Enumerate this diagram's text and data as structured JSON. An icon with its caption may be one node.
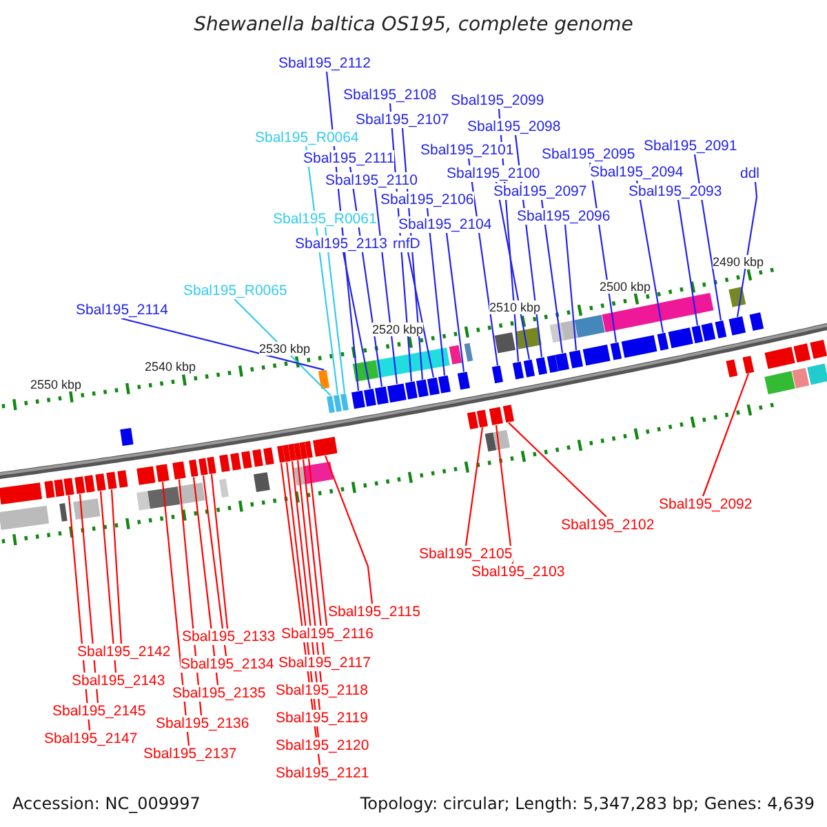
{
  "diagram": {
    "title": "Shewanella baltica OS195, complete genome",
    "nodes": [
      {
        "text": [
          "Sbal195_2112"
        ]
      },
      {
        "text": [
          "Sbal195_2108"
        ]
      },
      {
        "text": [
          "Sbal195_2107"
        ]
      },
      {
        "text": [
          "Sbal195_R0064"
        ]
      },
      {
        "text": [
          "Sbal195_2111"
        ]
      },
      {
        "text": [
          "Sbal195_2110"
        ]
      },
      {
        "text": [
          "Sbal195_2106"
        ]
      },
      {
        "text": [
          "Sbal195_R0061"
        ]
      },
      {
        "text": [
          "Sbal195_2113"
        ]
      },
      {
        "text": [
          "rnfD"
        ]
      },
      {
        "text": [
          "Sbal195_2104"
        ]
      },
      {
        "text": [
          "Sbal195_2099"
        ]
      },
      {
        "text": [
          "Sbal195_2098"
        ]
      },
      {
        "text": [
          "Sbal195_2101"
        ]
      },
      {
        "text": [
          "Sbal195_2100"
        ]
      },
      {
        "text": [
          "Sbal195_2097"
        ]
      },
      {
        "text": [
          "Sbal195_2096"
        ]
      },
      {
        "text": [
          "Sbal195_2095"
        ]
      },
      {
        "text": [
          "Sbal195_2094"
        ]
      },
      {
        "text": [
          "Sbal195_2093"
        ]
      },
      {
        "text": [
          "Sbal195_2091"
        ]
      },
      {
        "text": [
          "ddl"
        ]
      },
      {
        "text": [
          "Sbal195_R0065"
        ]
      },
      {
        "text": [
          "Sbal195_2114"
        ]
      },
      {
        "text": [
          "Sbal195_2092"
        ]
      },
      {
        "text": [
          "Sbal195_2102"
        ]
      },
      {
        "text": [
          "Sbal195_2105"
        ]
      },
      {
        "text": [
          "Sbal195_2103"
        ]
      },
      {
        "text": [
          "Sbal195_2115"
        ]
      },
      {
        "text": [
          "Sbal195_2116"
        ]
      },
      {
        "text": [
          "Sbal195_2117"
        ]
      },
      {
        "text": [
          "Sbal195_2118"
        ]
      },
      {
        "text": [
          "Sbal195_2119"
        ]
      },
      {
        "text": [
          "Sbal195_2120"
        ]
      },
      {
        "text": [
          "Sbal195_2121"
        ]
      },
      {
        "text": [
          "Sbal195_2133"
        ]
      },
      {
        "text": [
          "Sbal195_2134"
        ]
      },
      {
        "text": [
          "Sbal195_2135"
        ]
      },
      {
        "text": [
          "Sbal195_2136"
        ]
      },
      {
        "text": [
          "Sbal195_2137"
        ]
      },
      {
        "text": [
          "Sbal195_2142"
        ]
      },
      {
        "text": [
          "Sbal195_2143"
        ]
      },
      {
        "text": [
          "Sbal195_2145"
        ]
      },
      {
        "text": [
          "Sbal195_2147"
        ]
      },
      {
        "text": [],
        "shape": "box"
      },
      {
        "text": [],
        "shape": "box"
      },
      {
        "text": [],
        "shape": "box"
      },
      {
        "text": [],
        "shape": "box"
      },
      {
        "text": [],
        "shape": "box"
      },
      {
        "text": [],
        "shape": "box"
      },
      {
        "text": [],
        "shape": "box"
      },
      {
        "text": [],
        "shape": "box"
      },
      {
        "text": [],
        "shape": "box"
      },
      {
        "text": [],
        "shape": "box"
      },
      {
        "text": [],
        "shape": "box"
      },
      {
        "text": [],
        "shape": "box"
      },
      {
        "text": [],
        "shape": "box"
      },
      {
        "text": [],
        "shape": "box"
      },
      {
        "text": [],
        "shape": "box"
      },
      {
        "text": [],
        "shape": "box"
      },
      {
        "text": [],
        "shape": "box"
      },
      {
        "text": [],
        "shape": "bar"
      },
      {
        "text": [],
        "shape": "bar"
      },
      {
        "text": [],
        "shape": "bar"
      },
      {
        "text": [],
        "shape": "box"
      },
      {
        "text": [],
        "shape": "box"
      },
      {
        "text": [],
        "shape": "box"
      },
      {
        "text": [],
        "shape": "box"
      },
      {
        "text": [],
        "shape": "box"
      },
      {
        "text": [],
        "shape": "box"
      },
      {
        "text": [],
        "shape": "box"
      },
      {
        "text": [],
        "shape": "box"
      },
      {
        "text": [],
        "shape": "box"
      },
      {
        "text": [],
        "shape": "box"
      },
      {
        "text": [],
        "shape": "box"
      },
      {
        "text": [],
        "shape": "box"
      },
      {
        "text": [],
        "shape": "box"
      },
      {
        "text": [],
        "shape": "box"
      },
      {
        "text": [],
        "shape": "box"
      },
      {
        "text": [],
        "shape": "box"
      },
      {
        "text": [],
        "shape": "box"
      },
      {
        "text": [],
        "shape": "box"
      },
      {
        "text": [],
        "shape": "box"
      },
      {
        "text": [],
        "shape": "box"
      },
      {
        "text": [],
        "shape": "box"
      },
      {
        "text": [],
        "shape": "box"
      },
      {
        "text": [],
        "shape": "box"
      },
      {
        "text": [],
        "shape": "box"
      },
      {
        "text": [],
        "shape": "box"
      },
      {
        "text": [],
        "shape": "box"
      },
      {
        "text": [],
        "shape": "box"
      },
      {
        "text": [],
        "shape": "box"
      },
      {
        "text": [],
        "shape": "box"
      },
      {
        "text": [],
        "shape": "box"
      },
      {
        "text": [],
        "shape": "box"
      },
      {
        "text": [],
        "shape": "box"
      },
      {
        "text": [],
        "shape": "box"
      },
      {
        "text": [],
        "shape": "box"
      },
      {
        "text": [],
        "shape": "box"
      },
      {
        "text": [],
        "shape": "box"
      },
      {
        "text": [],
        "shape": "box"
      },
      {
        "text": [],
        "shape": "box"
      },
      {
        "text": [],
        "shape": "box"
      },
      {
        "text": [],
        "shape": "box"
      },
      {
        "text": [],
        "shape": "box"
      },
      {
        "text": [],
        "shape": "box"
      },
      {
        "text": [],
        "shape": "box"
      },
      {
        "text": [],
        "shape": "box"
      },
      {
        "text": [],
        "shape": "box"
      },
      {
        "text": [],
        "shape": "box"
      },
      {
        "text": [],
        "shape": "box"
      },
      {
        "text": [],
        "shape": "box"
      },
      {
        "text": [],
        "shape": "box"
      },
      {
        "text": [],
        "shape": "box"
      },
      {
        "text": [],
        "shape": "box"
      },
      {
        "text": [],
        "shape": "box"
      },
      {
        "text": [],
        "shape": "box"
      },
      {
        "text": [],
        "shape": "box"
      },
      {
        "text": [],
        "shape": "box"
      },
      {
        "text": [],
        "shape": "box"
      },
      {
        "text": [],
        "shape": "box"
      },
      {
        "text": [],
        "shape": "box"
      },
      {
        "text": [],
        "shape": "box"
      },
      {
        "text": [],
        "shape": "box"
      },
      {
        "text": [],
        "shape": "box"
      },
      {
        "text": [],
        "shape": "box"
      },
      {
        "text": [],
        "shape": "box"
      },
      {
        "text": [],
        "shape": "box"
      },
      {
        "text": [],
        "shape": "box"
      },
      {
        "text": [],
        "shape": "box"
      },
      {
        "text": [],
        "shape": "box"
      },
      {
        "text": [],
        "shape": "box"
      },
      {
        "text": [],
        "shape": "box"
      },
      {
        "text": [],
        "shape": "box"
      },
      {
        "text": [],
        "shape": "box"
      },
      {
        "text": [],
        "shape": "box"
      },
      {
        "text": [],
        "shape": "box"
      }
    ],
    "edges": [
      {
        "from": 0,
        "to": 64,
        "arrow": "none"
      },
      {
        "from": 1,
        "to": 68,
        "arrow": "none"
      },
      {
        "from": 2,
        "to": 69,
        "arrow": "none"
      },
      {
        "from": 3,
        "to": 62,
        "arrow": "none",
        "color": "#33ccee"
      },
      {
        "from": 4,
        "to": 66,
        "arrow": "none"
      },
      {
        "from": 5,
        "to": 67,
        "arrow": "none"
      },
      {
        "from": 6,
        "to": 71,
        "arrow": "none"
      },
      {
        "from": 7,
        "to": 63,
        "arrow": "none",
        "color": "#33ccee"
      },
      {
        "from": 8,
        "to": 65,
        "arrow": "none"
      },
      {
        "from": 9,
        "to": 70,
        "arrow": "none"
      },
      {
        "from": 10,
        "to": 72,
        "arrow": "none"
      },
      {
        "from": 11,
        "to": 77,
        "arrow": "none"
      },
      {
        "from": 12,
        "to": 79,
        "arrow": "none"
      },
      {
        "from": 13,
        "to": 74,
        "arrow": "none"
      },
      {
        "from": 14,
        "to": 78,
        "arrow": "none"
      },
      {
        "from": 15,
        "to": 80,
        "arrow": "none"
      },
      {
        "from": 16,
        "to": 81,
        "arrow": "none"
      },
      {
        "from": 17,
        "to": 82,
        "arrow": "none"
      },
      {
        "from": 18,
        "to": 83,
        "arrow": "none"
      },
      {
        "from": 19,
        "to": 84,
        "arrow": "none"
      },
      {
        "from": 20,
        "to": 85,
        "arrow": "none"
      },
      {
        "from": 21,
        "to": 86,
        "arrow": "none"
      },
      {
        "from": 22,
        "to": 61,
        "arrow": "none",
        "color": "#33ccee"
      },
      {
        "from": 23,
        "to": 59,
        "arrow": "none"
      },
      {
        "from": 24,
        "to": 87,
        "arrow": "none",
        "color": "#ff0000"
      },
      {
        "from": 25,
        "to": 76,
        "arrow": "none",
        "color": "#ff0000"
      },
      {
        "from": 26,
        "to": 73,
        "arrow": "none",
        "color": "#ff0000"
      },
      {
        "from": 27,
        "to": 75,
        "arrow": "none",
        "color": "#ff0000"
      },
      {
        "from": 28,
        "to": 60,
        "arrow": "none",
        "color": "#ff0000"
      },
      {
        "from": 29,
        "to": 58,
        "arrow": "none",
        "color": "#ff0000"
      },
      {
        "from": 30,
        "to": 57,
        "arrow": "none",
        "color": "#ff0000"
      },
      {
        "from": 31,
        "to": 56,
        "arrow": "none",
        "color": "#ff0000"
      },
      {
        "from": 32,
        "to": 55,
        "arrow": "none",
        "color": "#ff0000"
      },
      {
        "from": 33,
        "to": 54,
        "arrow": "none",
        "color": "#ff0000"
      },
      {
        "from": 34,
        "to": 53,
        "arrow": "none",
        "color": "#ff0000"
      },
      {
        "from": 35,
        "to": 52,
        "arrow": "none",
        "color": "#ff0000"
      },
      {
        "from": 36,
        "to": 51,
        "arrow": "none",
        "color": "#ff0000"
      },
      {
        "from": 37,
        "to": 50,
        "arrow": "none",
        "color": "#ff0000"
      },
      {
        "from": 38,
        "to": 49,
        "arrow": "none",
        "color": "#ff0000"
      },
      {
        "from": 39,
        "to": 48,
        "arrow": "none",
        "color": "#ff0000"
      },
      {
        "from": 40,
        "to": 47,
        "arrow": "none",
        "color": "#ff0000"
      },
      {
        "from": 41,
        "to": 46,
        "arrow": "none",
        "color": "#ff0000"
      },
      {
        "from": 42,
        "to": 45,
        "arrow": "none",
        "color": "#ff0000"
      },
      {
        "from": 43,
        "to": 44,
        "arrow": "none",
        "color": "#ff0000"
      }
    ],
    "labels": [
      "2490 kbp",
      "2500 kbp",
      "2510 kbp",
      "2520 kbp",
      "2530 kbp",
      "2540 kbp",
      "2550 kbp",
      "Accession: NC_009997",
      "Topology: circular; Length: 5,347,283 bp; Genes: 4,639"
    ]
  }
}
